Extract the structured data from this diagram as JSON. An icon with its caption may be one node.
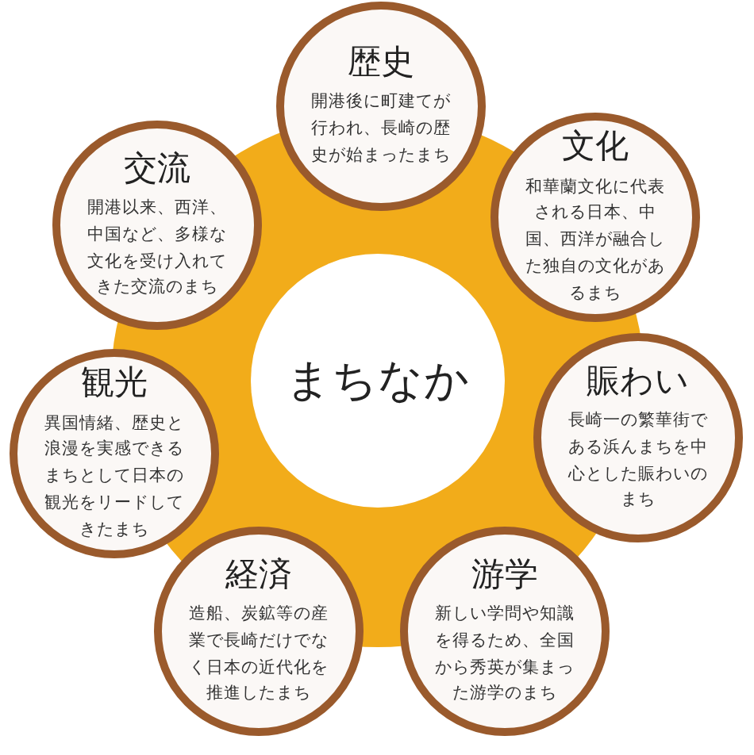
{
  "diagram": {
    "nodes": [
      {
        "text": [
          "まちなか"
        ]
      },
      {
        "text": [
          "歴史",
          "開港後に町建てが行われ、長崎の歴史が始まったまち"
        ]
      },
      {
        "text": [
          "文化",
          "和華蘭文化に代表される日本、中国、西洋が融合した独自の文化があるまち"
        ]
      },
      {
        "text": [
          "賑わい",
          "長崎一の繁華街である浜んまちを中心とした賑わいのまち"
        ]
      },
      {
        "text": [
          "游学",
          "新しい学問や知識を得るため、全国から秀英が集まった游学のまち"
        ]
      },
      {
        "text": [
          "経済",
          "造船、炭鉱等の産業で長崎だけでなく日本の近代化を推進したまち"
        ]
      },
      {
        "text": [
          "観光",
          "異国情緒、歴史と浪漫を実感できるまちとして日本の観光をリードしてきたまち"
        ]
      },
      {
        "text": [
          "交流",
          "開港以来、西洋、中国など、多様な文化を受け入れてきた交流のまち"
        ]
      }
    ]
  }
}
